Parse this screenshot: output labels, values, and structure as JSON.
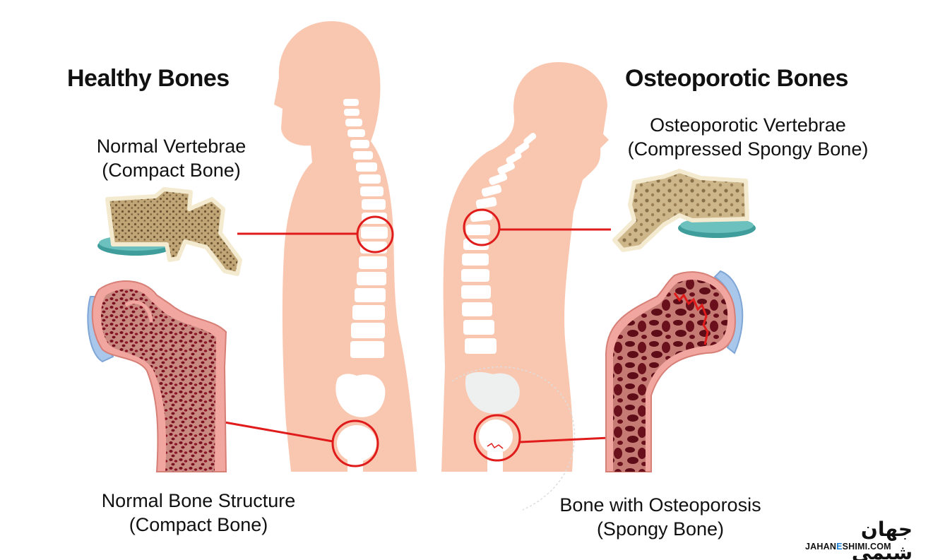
{
  "headings": {
    "healthy": "Healthy Bones",
    "osteoporotic": "Osteoporotic Bones"
  },
  "labels": {
    "normal_vertebrae_line1": "Normal Vertebrae",
    "normal_vertebrae_line2": "(Compact Bone)",
    "osteo_vertebrae_line1": "Osteoporotic Vertebrae",
    "osteo_vertebrae_line2": "(Compressed Spongy Bone)",
    "normal_structure_line1": "Normal Bone Structure",
    "normal_structure_line2": "(Compact Bone)",
    "osteo_structure_line1": "Bone with Osteoporosis",
    "osteo_structure_line2": "(Spongy Bone)"
  },
  "logo": {
    "persian": "جهان شیمی",
    "latin_left": "JAHAN",
    "latin_e": "E",
    "latin_right": "SHIMI.COM"
  },
  "colors": {
    "skin": "#f9c7b0",
    "callout_red": "#e01b1b",
    "bone_pink": "#f2a6a0",
    "marrow_dark": "#7a1020",
    "cartilage_blue": "#a9c7ea",
    "vertebra_fill": "#b49a6a",
    "vertebra_edge": "#f3ead0",
    "disc_teal": "#3f9e9b"
  }
}
